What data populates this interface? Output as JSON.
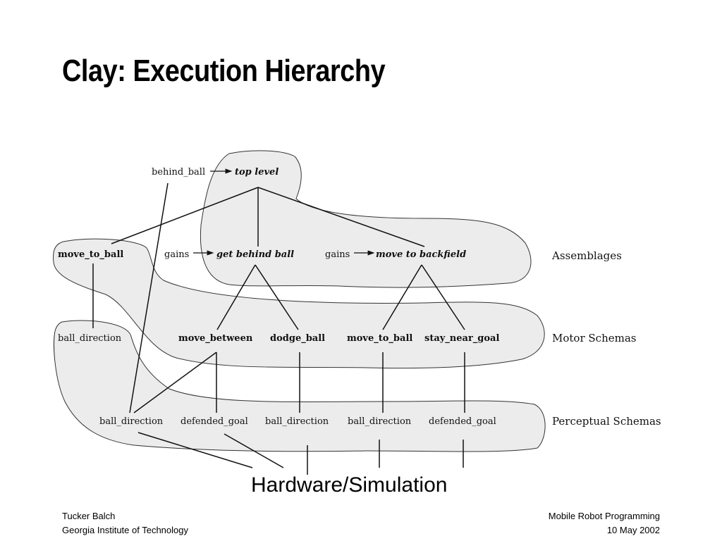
{
  "slide": {
    "title": "Clay: Execution Hierarchy",
    "hardware_label": "Hardware/Simulation",
    "footer_left": [
      "Tucker Balch",
      "Georgia Institute of Technology"
    ],
    "footer_right": [
      "Mobile Robot Programming",
      "10 May 2002"
    ]
  },
  "diagram": {
    "top": {
      "label": "top level",
      "input": "behind_ball"
    },
    "assemblages": {
      "layer_label": "Assemblages",
      "move_to_ball": "move_to_ball",
      "get_behind_ball": "get behind ball",
      "move_to_backfield": "move to backfield",
      "gains_1": "gains",
      "gains_2": "gains"
    },
    "motor": {
      "layer_label": "Motor Schemas",
      "ball_direction": "ball_direction",
      "move_between": "move_between",
      "dodge_ball": "dodge_ball",
      "move_to_ball": "move_to_ball",
      "stay_near_goal": "stay_near_goal"
    },
    "perceptual": {
      "layer_label": "Perceptual Schemas",
      "items": [
        "ball_direction",
        "defended_goal",
        "ball_direction",
        "ball_direction",
        "defended_goal"
      ]
    }
  }
}
